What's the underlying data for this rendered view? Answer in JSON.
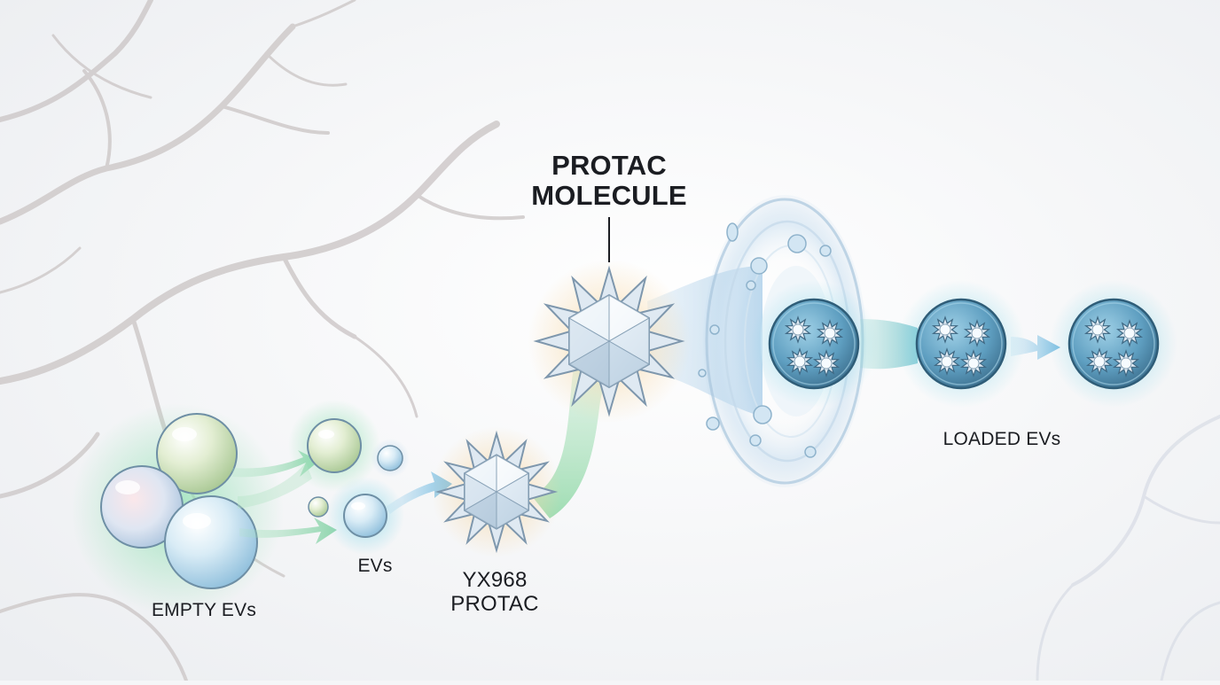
{
  "labels": {
    "protac_molecule": [
      "PROTAC",
      "MOLECULE"
    ],
    "empty_evs": "EMPTY EVs",
    "evs": "EVs",
    "yx968": [
      "YX968",
      "PROTAC"
    ],
    "loaded_evs": "LOADED EVs"
  },
  "colors": {
    "background": "#f5f6f8",
    "vessel": "#cfcbcb",
    "ev_blue": "#9cc8e2",
    "ev_green": "#cfe2b8",
    "ev_loaded": "#4d8cae",
    "flow_green": "#8fd2a8",
    "flow_blue": "#7fbfe0",
    "crystal": "#c9dceb",
    "glow_orange": "#f3c98b",
    "text": "#1b1d22"
  },
  "icons": [
    "ev-vesicle",
    "crystal-protac-icon",
    "membrane-ring",
    "arrow-icon"
  ]
}
